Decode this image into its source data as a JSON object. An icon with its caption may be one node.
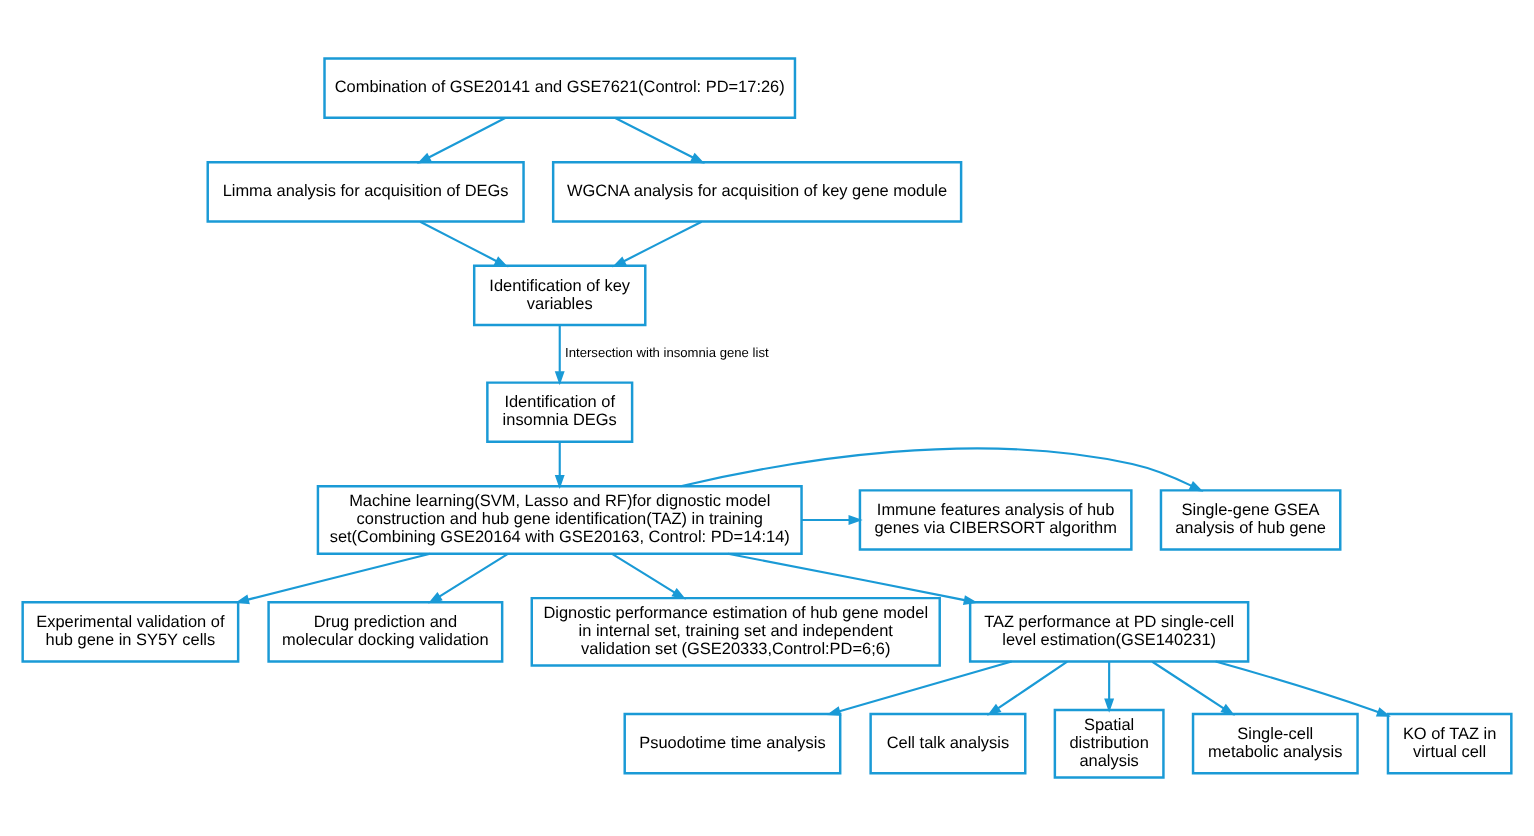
{
  "diagram": {
    "nodes": [
      {
        "text": [
          "Combination of GSE20141 and GSE7621(Control: PD=17:26)"
        ]
      },
      {
        "text": [
          "Limma analysis for acquisition of DEGs"
        ]
      },
      {
        "text": [
          "WGCNA analysis for acquisition of key gene module"
        ]
      },
      {
        "text": [
          "Identification of key variables"
        ]
      },
      {
        "text": [
          "Identification of insomnia DEGs"
        ]
      },
      {
        "text": [
          "Single-gene GSEA analysis of hub gene"
        ]
      },
      {
        "text": [
          "Machine learning(SVM, Lasso and RF)for dignostic model construction and hub gene identification(TAZ) in training set(Combining GSE20164 with GSE20163, Control: PD=14:14)"
        ]
      },
      {
        "text": [
          "Immune features analysis of hub genes via CIBERSORT algorithm"
        ]
      },
      {
        "text": [
          "Experimental validation of hub gene in SY5Y cells"
        ]
      },
      {
        "text": [
          "Drug prediction and molecular docking validation"
        ]
      },
      {
        "text": [
          "Dignostic performance estimation of hub gene model in internal set, training set and independent validation set (GSE20333,Control:PD=6;6)"
        ]
      },
      {
        "text": [
          "TAZ performance at PD single-cell level estimation(GSE140231)"
        ]
      },
      {
        "text": [
          "Psuodotime time analysis"
        ]
      },
      {
        "text": [
          "Cell talk analysis"
        ]
      },
      {
        "text": [
          "Spatial distribution analysis"
        ]
      },
      {
        "text": [
          "Single-cell metabolic analysis"
        ]
      },
      {
        "text": [
          "KO of TAZ in virtual cell"
        ]
      }
    ],
    "edges": [
      {
        "from": 0,
        "to": 1,
        "arrow": "to"
      },
      {
        "from": 0,
        "to": 2,
        "arrow": "to"
      },
      {
        "from": 1,
        "to": 3,
        "arrow": "to"
      },
      {
        "from": 2,
        "to": 3,
        "arrow": "to"
      },
      {
        "from": 3,
        "to": 4,
        "arrow": "to",
        "label": "Intersection with insomnia gene list"
      },
      {
        "from": 4,
        "to": 6,
        "arrow": "to"
      },
      {
        "from": 6,
        "to": 5,
        "arrow": "to"
      },
      {
        "from": 6,
        "to": 7,
        "arrow": "to"
      },
      {
        "from": 6,
        "to": 8,
        "arrow": "to"
      },
      {
        "from": 6,
        "to": 9,
        "arrow": "to"
      },
      {
        "from": 6,
        "to": 10,
        "arrow": "to"
      },
      {
        "from": 6,
        "to": 11,
        "arrow": "to"
      },
      {
        "from": 11,
        "to": 12,
        "arrow": "to"
      },
      {
        "from": 11,
        "to": 13,
        "arrow": "to"
      },
      {
        "from": 11,
        "to": 14,
        "arrow": "to"
      },
      {
        "from": 11,
        "to": 15,
        "arrow": "to"
      },
      {
        "from": 11,
        "to": 16,
        "arrow": "to"
      }
    ]
  }
}
